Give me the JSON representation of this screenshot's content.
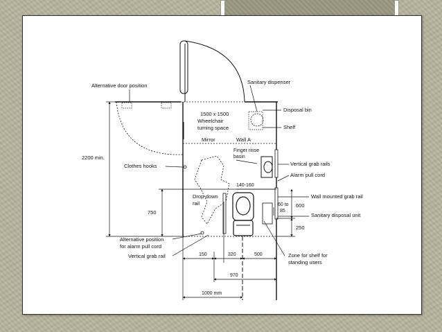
{
  "labels": {
    "alt_door": "Alternative door position",
    "sanitary_dispenser": "Sanitary dispenser",
    "disposal_bin": "Disposal bin",
    "shelf": "Shelf",
    "turning_1": "1500 x 1500",
    "turning_2": "Wheelchair",
    "turning_3": "turning space",
    "mirror": "Mirror",
    "wall_a": "Wall A",
    "finger_1": "Finger rinse",
    "finger_2": "basin",
    "vertical_grab_rails": "Vertical grab rails",
    "alarm_pull_cord": "Alarm pull cord",
    "clothes_hooks": "Clothes hooks",
    "dim_2200": "2200 min.",
    "dim_140_160": "140-160",
    "wall_grab_rail": "Wall mounted grab rail",
    "drop_down_1": "Drop-down",
    "drop_down_2": "rail",
    "dim_60_85_1": "60 to",
    "dim_60_85_2": "85",
    "dim_600": "600",
    "sanitary_disposal": "Sanitary disposal unit",
    "dim_750": "750",
    "dim_250": "250",
    "alt_alarm_1": "Alternative position",
    "alt_alarm_2": "for alarm pull cord",
    "vertical_grab_rail": "Vertical grab rail",
    "dim_150": "150",
    "dim_320": "320",
    "dim_500": "500",
    "zone_1": "Zone for shelf for",
    "zone_2": "standing users",
    "dim_970": "970",
    "dim_1000": "1000 mm"
  }
}
